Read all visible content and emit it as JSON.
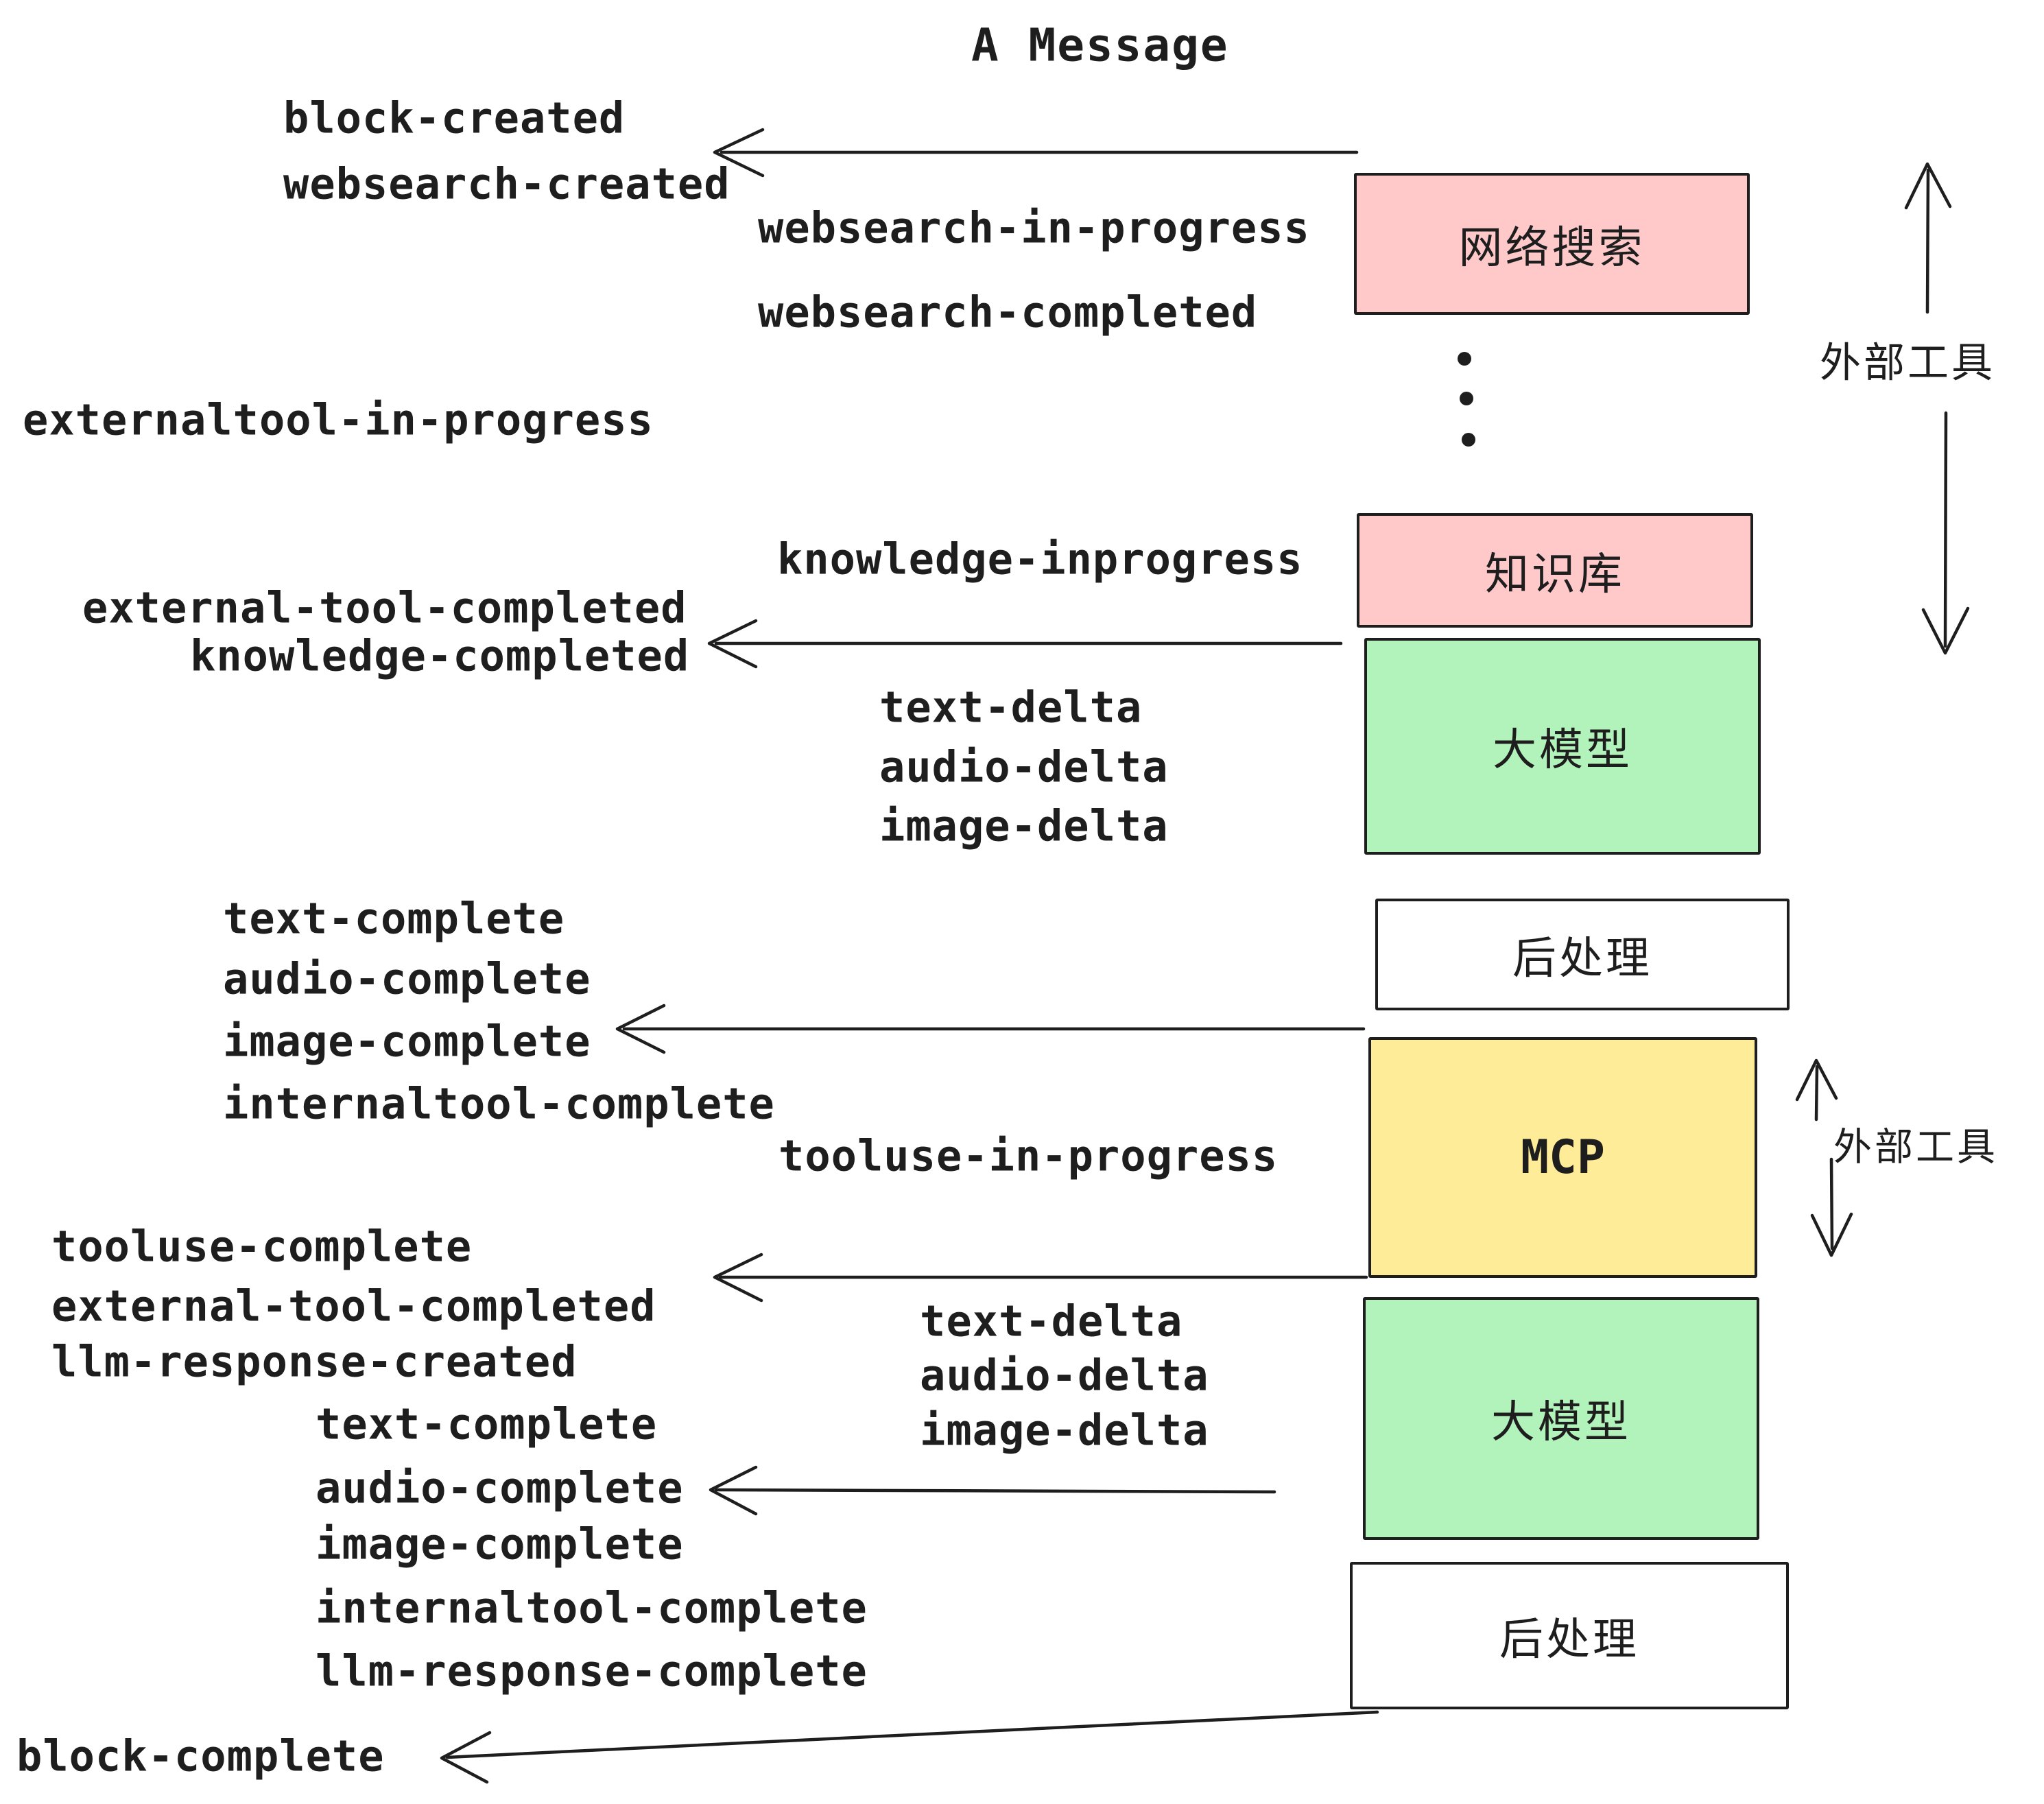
{
  "title": "A Message",
  "colors": {
    "stroke": "#1e1e1e",
    "box_pink": "#ffc9c9",
    "box_green": "#b2f2bb",
    "box_yellow": "#ffec99",
    "box_white": "#ffffff",
    "background": "#ffffff"
  },
  "boxes": {
    "websearch": {
      "label": "网络搜索"
    },
    "knowledge": {
      "label": "知识库"
    },
    "llm_top": {
      "label": "大模型"
    },
    "post_top": {
      "label": "后处理"
    },
    "mcp": {
      "label": "MCP"
    },
    "llm_bottom": {
      "label": "大模型"
    },
    "post_bottom": {
      "label": "后处理"
    }
  },
  "side_labels": {
    "external_tool_upper": "外部工具",
    "external_tool_lower": "外部工具"
  },
  "events": {
    "block_created": "block-created",
    "websearch_created": "websearch-created",
    "websearch_in_progress": "websearch-in-progress",
    "websearch_completed": "websearch-completed",
    "externaltool_in_progress": "externaltool-in-progress",
    "knowledge_inprogress": "knowledge-inprogress",
    "external_tool_completed_1": "external-tool-completed",
    "knowledge_completed": "knowledge-completed",
    "text_delta_1": "text-delta",
    "audio_delta_1": "audio-delta",
    "image_delta_1": "image-delta",
    "text_complete_1": "text-complete",
    "audio_complete_1": "audio-complete",
    "image_complete_1": "image-complete",
    "internaltool_complete_1": "internaltool-complete",
    "tooluse_in_progress": "tooluse-in-progress",
    "tooluse_complete": "tooluse-complete",
    "external_tool_completed_2": "external-tool-completed",
    "llm_response_created": "llm-response-created",
    "text_delta_2": "text-delta",
    "audio_delta_2": "audio-delta",
    "image_delta_2": "image-delta",
    "text_complete_2": "text-complete",
    "audio_complete_2": "audio-complete",
    "image_complete_2": "image-complete",
    "internaltool_complete_2": "internaltool-complete",
    "llm_response_complete": "llm-response-complete",
    "block_complete": "block-complete"
  }
}
